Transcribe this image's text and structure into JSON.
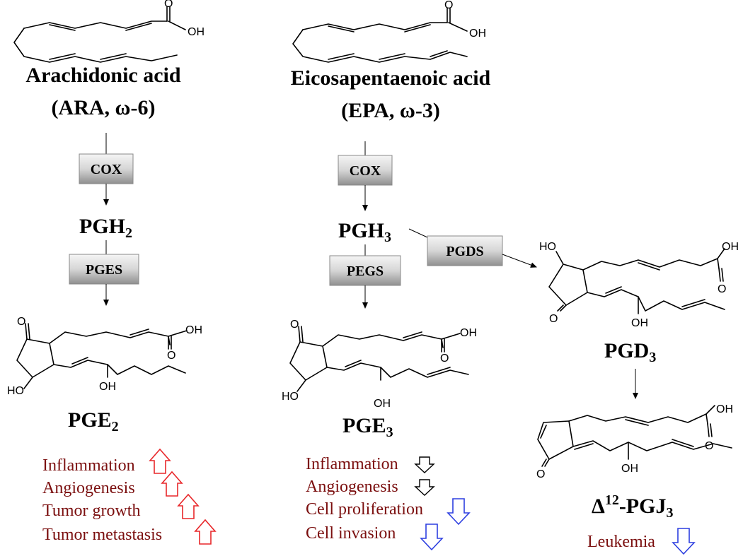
{
  "compounds": {
    "ara_name": "Arachidonic acid",
    "ara_abbr": "(ARA, ω-6)",
    "epa_name": "Eicosapentaenoic acid",
    "epa_abbr": "(EPA, ω-3)",
    "pgh2": "PGH",
    "pgh2_sub": "2",
    "pgh3": "PGH",
    "pgh3_sub": "3",
    "pge2": "PGE",
    "pge2_sub": "2",
    "pge3": "PGE",
    "pge3_sub": "3",
    "pgd3": "PGD",
    "pgd3_sub": "3",
    "pgj3_delta": "Δ",
    "pgj3_sup": "12",
    "pgj3": "-PGJ",
    "pgj3_sub": "3"
  },
  "enzymes": {
    "cox_left": "COX",
    "cox_right": "COX",
    "pges": "PGES",
    "pegs": "PEGS",
    "pgds": "PGDS"
  },
  "atoms": {
    "ara_oh": "OH",
    "ara_o": "O",
    "epa_oh": "OH",
    "epa_o": "O",
    "pge2_ho": "HO",
    "pge2_oh": "OH",
    "pge2_o_ketone": "O",
    "pge2_o_acid": "O",
    "pge2_oh_acid": "OH",
    "pge3_ho": "HO",
    "pge3_oh": "OH",
    "pge3_o_ketone": "O",
    "pge3_o_acid": "O",
    "pge3_oh_acid": "OH",
    "pgd3_ho": "HO",
    "pgd3_oh": "OH",
    "pgd3_o_ketone": "O",
    "pgd3_o_acid": "O",
    "pgd3_oh_acid": "OH",
    "pgj3_o_ketone": "O",
    "pgj3_oh": "OH",
    "pgj3_o_acid": "O",
    "pgj3_oh_acid": "OH"
  },
  "effects": {
    "pge2": [
      "Inflammation",
      "Angiogenesis",
      "Tumor growth",
      "Tumor metastasis"
    ],
    "pge3": [
      "Inflammation",
      "Angiogenesis",
      "Cell proliferation",
      "Cell invasion"
    ],
    "pgj3": [
      "Leukemia"
    ]
  },
  "colors": {
    "effect_text": "#7b0f0f",
    "up_arrow": "#e8272a",
    "down_arrow_strong": "#2d3fe0",
    "down_arrow_weak": "#000000",
    "enzyme_box_light": "#efefef",
    "enzyme_box_dark": "#9a9a9a"
  }
}
